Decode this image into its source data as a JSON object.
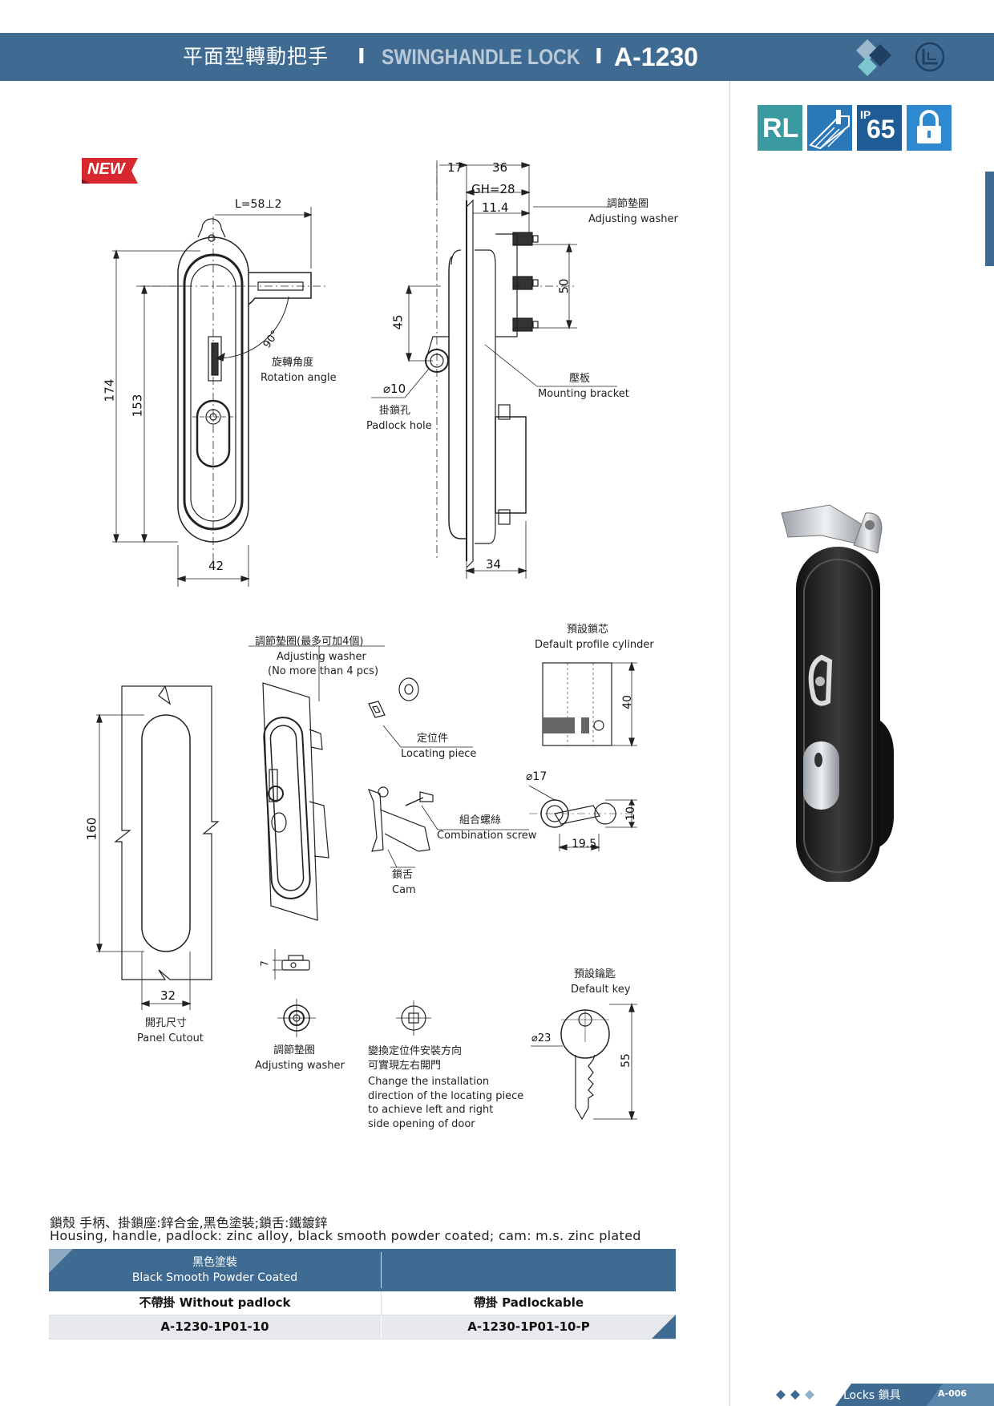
{
  "header": {
    "title_zh": "平面型轉動把手",
    "separator": "I",
    "title_en": "SWINGHANDLE LOCK",
    "model": "A-1230"
  },
  "icons": {
    "rl": "RL",
    "ip_prefix": "IP",
    "ip_rating": "65",
    "icon_names": [
      "rl-badge-icon",
      "panel-mount-icon",
      "ip65-icon",
      "padlock-icon"
    ],
    "accent_color": "#3f6b93"
  },
  "badge": {
    "new": "NEW",
    "color": "#d7282f"
  },
  "drawing_front": {
    "length_label": "L=58⊥2",
    "angle": "90°",
    "rotation_zh": "旋轉角度",
    "rotation_en": "Rotation angle",
    "dim_174": "174",
    "dim_153": "153",
    "dim_42": "42"
  },
  "drawing_side": {
    "dim_17": "17",
    "dim_36": "36",
    "gh": "GH=28",
    "dim_11_4": "11.4",
    "dim_50": "50",
    "dim_45": "45",
    "dim_34": "34",
    "hole_dia": "⌀10",
    "washer_zh": "調節墊圈",
    "washer_en": "Adjusting washer",
    "bracket_zh": "壓板",
    "bracket_en": "Mounting bracket",
    "padlock_zh": "掛鎖孔",
    "padlock_en": "Padlock hole"
  },
  "cutout": {
    "dim_160": "160",
    "dim_32": "32",
    "label_zh": "開孔尺寸",
    "label_en": "Panel Cutout"
  },
  "exploded": {
    "washer_zh": "調節墊圈(最多可加4個)",
    "washer_en": "Adjusting washer",
    "washer_note": "(No more than 4 pcs)",
    "locating_zh": "定位件",
    "locating_en": "Locating piece",
    "screw_zh": "組合螺絲",
    "screw_en": "Combination screw",
    "cam_zh": "鎖舌",
    "cam_en": "Cam"
  },
  "cylinder": {
    "label_zh": "預設鎖芯",
    "label_en": "Default profile cylinder",
    "dim_40": "40",
    "dim_17": "⌀17",
    "dim_10": "10",
    "dim_19_5": "19.5"
  },
  "washer_detail": {
    "dim_7": "7",
    "label_zh": "調節墊圈",
    "label_en": "Adjusting washer"
  },
  "locating_note": {
    "zh1": "變換定位件安裝方向",
    "zh2": "可實現左右開門",
    "en1": "Change the installation",
    "en2": "direction of the locating piece",
    "en3": "to achieve left and right",
    "en4": "side opening of door"
  },
  "key": {
    "label_zh": "預設鑰匙",
    "label_en": "Default key",
    "dim_23": "⌀23",
    "dim_55": "55"
  },
  "material": {
    "zh": "鎖殼 手柄、掛鎖座:鋅合金,黑色塗裝;鎖舌:鐵鍍鋅",
    "en": "Housing, handle, padlock: zinc alloy, black smooth powder coated; cam: m.s. zinc plated"
  },
  "table": {
    "header_zh": "黑色塗裝",
    "header_en": "Black Smooth Powder Coated",
    "col1": "不帶掛 Without padlock",
    "col2": "帶掛 Padlockable",
    "code1": "A-1230-1P01-10",
    "code2": "A-1230-1P01-10-P"
  },
  "footer": {
    "category": "Locks 鎖具",
    "page": "A-006"
  }
}
